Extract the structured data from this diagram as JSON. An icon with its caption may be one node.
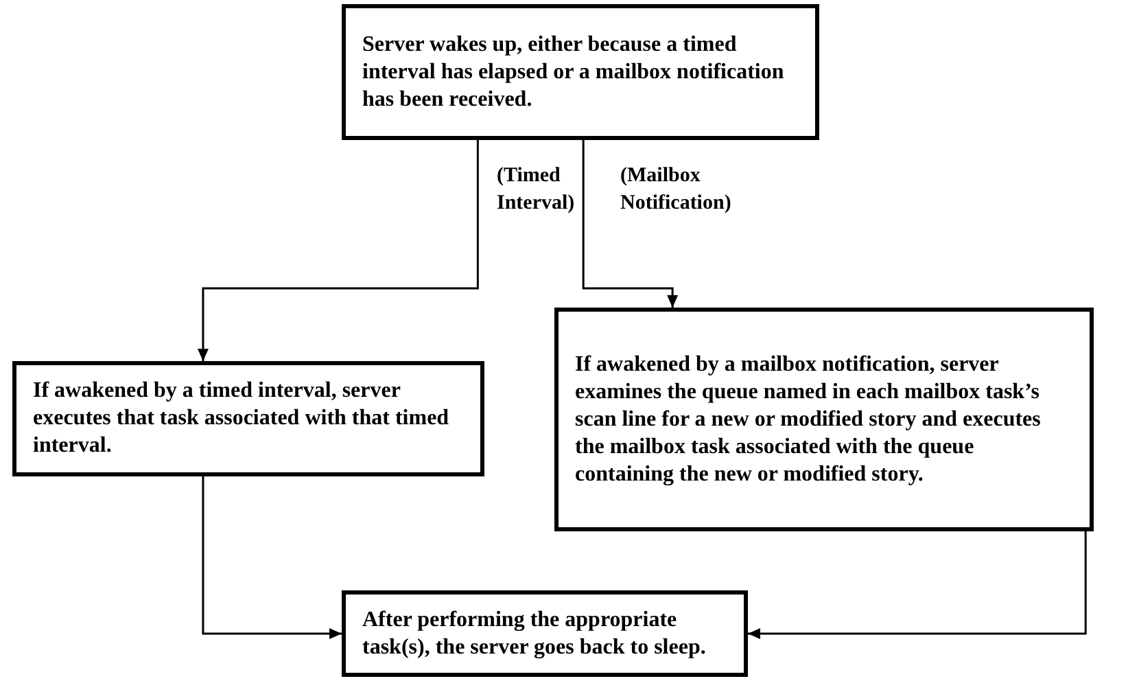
{
  "diagram": {
    "nodes": [
      {
        "text": [
          "Server wakes up, either because a timed interval has elapsed or a mailbox notification has been received."
        ]
      },
      {
        "text": [
          "If awakened by a timed interval, server executes that task associated with that timed interval."
        ]
      },
      {
        "text": [
          "If awakened by a mailbox notification, server examines the queue named in each mailbox task’s scan line for a new or modified story and executes the mailbox task associated with the queue containing the new or modified story."
        ]
      },
      {
        "text": [
          "After performing the appropriate task(s), the server goes back to sleep."
        ]
      }
    ],
    "edges": [
      {
        "from": 0,
        "to": 1,
        "arrow": "to",
        "label": "(Timed Interval)"
      },
      {
        "from": 0,
        "to": 2,
        "arrow": "to",
        "label": "(Mailbox Notification)"
      },
      {
        "from": 1,
        "to": 3,
        "arrow": "to"
      },
      {
        "from": 2,
        "to": 3,
        "arrow": "to"
      }
    ]
  }
}
